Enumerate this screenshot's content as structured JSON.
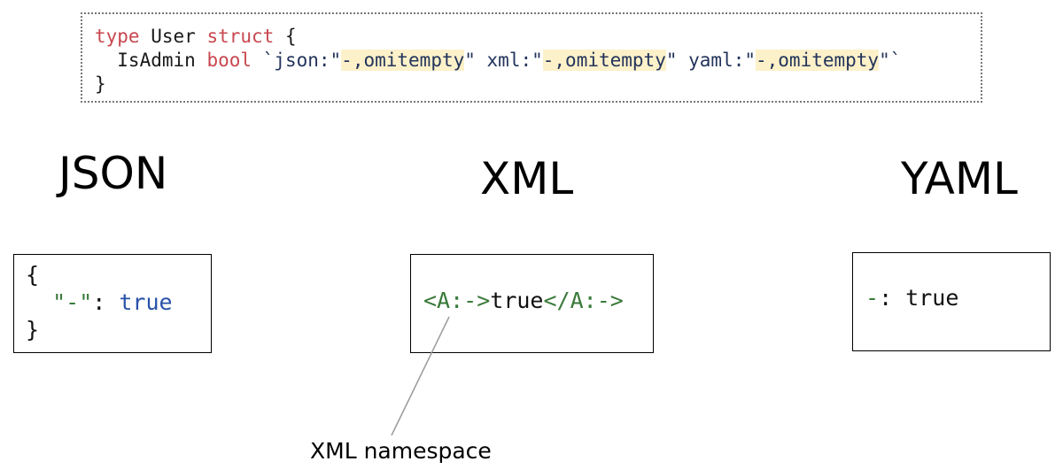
{
  "code": {
    "line1": {
      "kw_type": "type",
      "name": " User ",
      "kw_struct": "struct",
      "brace": " {"
    },
    "line2": {
      "field": "  IsAdmin ",
      "field_type": "bool",
      "tag_open": " `json:\"",
      "json_val": "-,omitempty",
      "xml_key": "\" xml:\"",
      "xml_val": "-,omitempty",
      "yaml_key": "\" yaml:\"",
      "yaml_val": "-,omitempty",
      "tag_close": "\"`"
    },
    "line3": "}"
  },
  "headings": {
    "json": "JSON",
    "xml": "XML",
    "yaml": "YAML"
  },
  "json_output": {
    "open": "{",
    "indent": "  ",
    "key": "\"-\"",
    "colon": ": ",
    "value": "true",
    "close": "}"
  },
  "xml_output": {
    "open_tag": "<A:->",
    "value": "true",
    "close_tag": "</A:->"
  },
  "yaml_output": {
    "key": "-",
    "colon": ": ",
    "value": "true"
  },
  "callout": {
    "label": "XML namespace"
  },
  "colors": {
    "keyword": "#c8474f",
    "string": "#23345c",
    "highlight": "#fdf1c9",
    "green": "#3a7a3a",
    "blue": "#2752a8"
  }
}
